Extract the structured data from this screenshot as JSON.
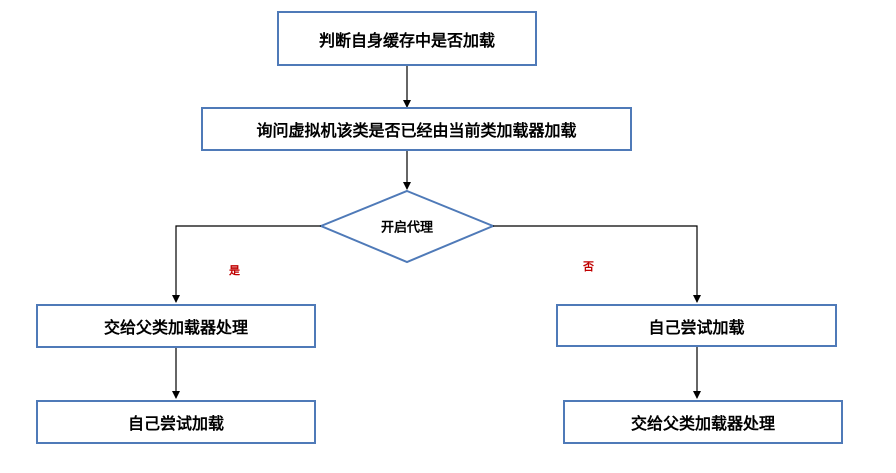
{
  "diagram": {
    "nodes": {
      "check_cache": "判断自身缓存中是否加载",
      "ask_vm": "询问虚拟机该类是否已经由当前类加载器加载",
      "decision": "开启代理",
      "yes_delegate_parent": "交给父类加载器处理",
      "yes_self_load": "自己尝试加载",
      "no_self_load": "自己尝试加载",
      "no_delegate_parent": "交给父类加载器处理"
    },
    "branches": {
      "yes": "是",
      "no": "否"
    },
    "colors": {
      "box_border": "#4f7ab8",
      "arrow": "#000000",
      "branch_label": "#c00000"
    }
  }
}
